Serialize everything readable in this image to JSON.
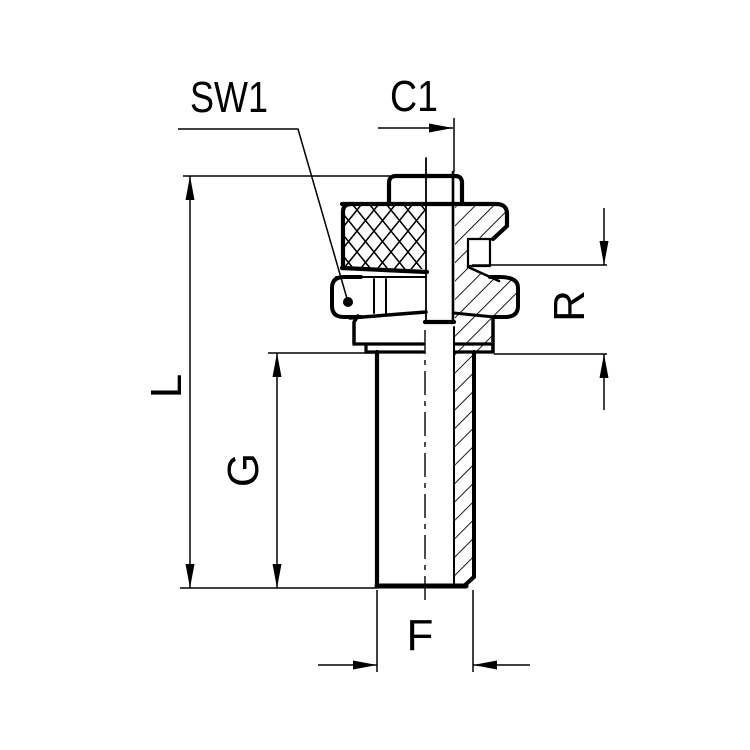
{
  "drawing": {
    "title": "threaded-tube-fitting-section-drawing",
    "labels": {
      "sw1": "SW1",
      "c1": "C1",
      "l": "L",
      "g": "G",
      "r": "R",
      "f": "F"
    },
    "colors": {
      "line": "#000000",
      "background": "#ffffff"
    }
  }
}
